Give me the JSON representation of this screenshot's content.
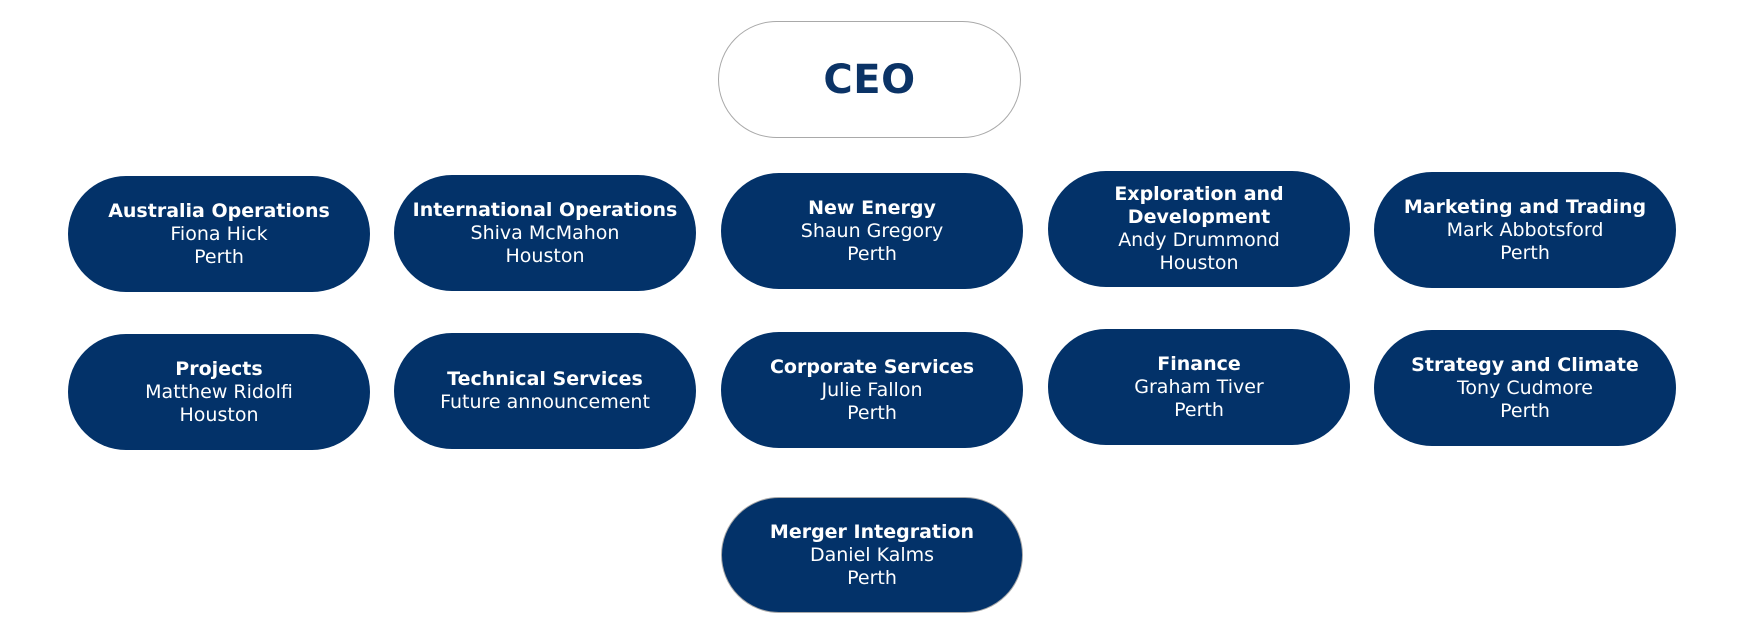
{
  "ceo": {
    "label": "CEO"
  },
  "row1": [
    {
      "title": "Australia Operations",
      "name": "Fiona Hick",
      "location": "Perth"
    },
    {
      "title": "International Operations",
      "name": "Shiva McMahon",
      "location": "Houston"
    },
    {
      "title": "New Energy",
      "name": "Shaun Gregory",
      "location": "Perth"
    },
    {
      "title": "Exploration and Development",
      "name": "Andy Drummond",
      "location": "Houston"
    },
    {
      "title": "Marketing and Trading",
      "name": "Mark Abbotsford",
      "location": "Perth"
    }
  ],
  "row2": [
    {
      "title": "Projects",
      "name": "Matthew Ridolfi",
      "location": "Houston"
    },
    {
      "title": "Technical Services",
      "name": "Future announcement"
    },
    {
      "title": "Corporate Services",
      "name": "Julie Fallon",
      "location": "Perth"
    },
    {
      "title": "Finance",
      "name": "Graham Tiver",
      "location": "Perth"
    },
    {
      "title": "Strategy and Climate",
      "name": "Tony Cudmore",
      "location": "Perth"
    }
  ],
  "row3": [
    {
      "title": "Merger Integration",
      "name": "Daniel Kalms",
      "location": "Perth"
    }
  ],
  "colors": {
    "pill_fill": "#033269",
    "pill_text": "#ffffff",
    "ceo_text": "#0b3366",
    "ceo_border": "#a9a9a9"
  }
}
